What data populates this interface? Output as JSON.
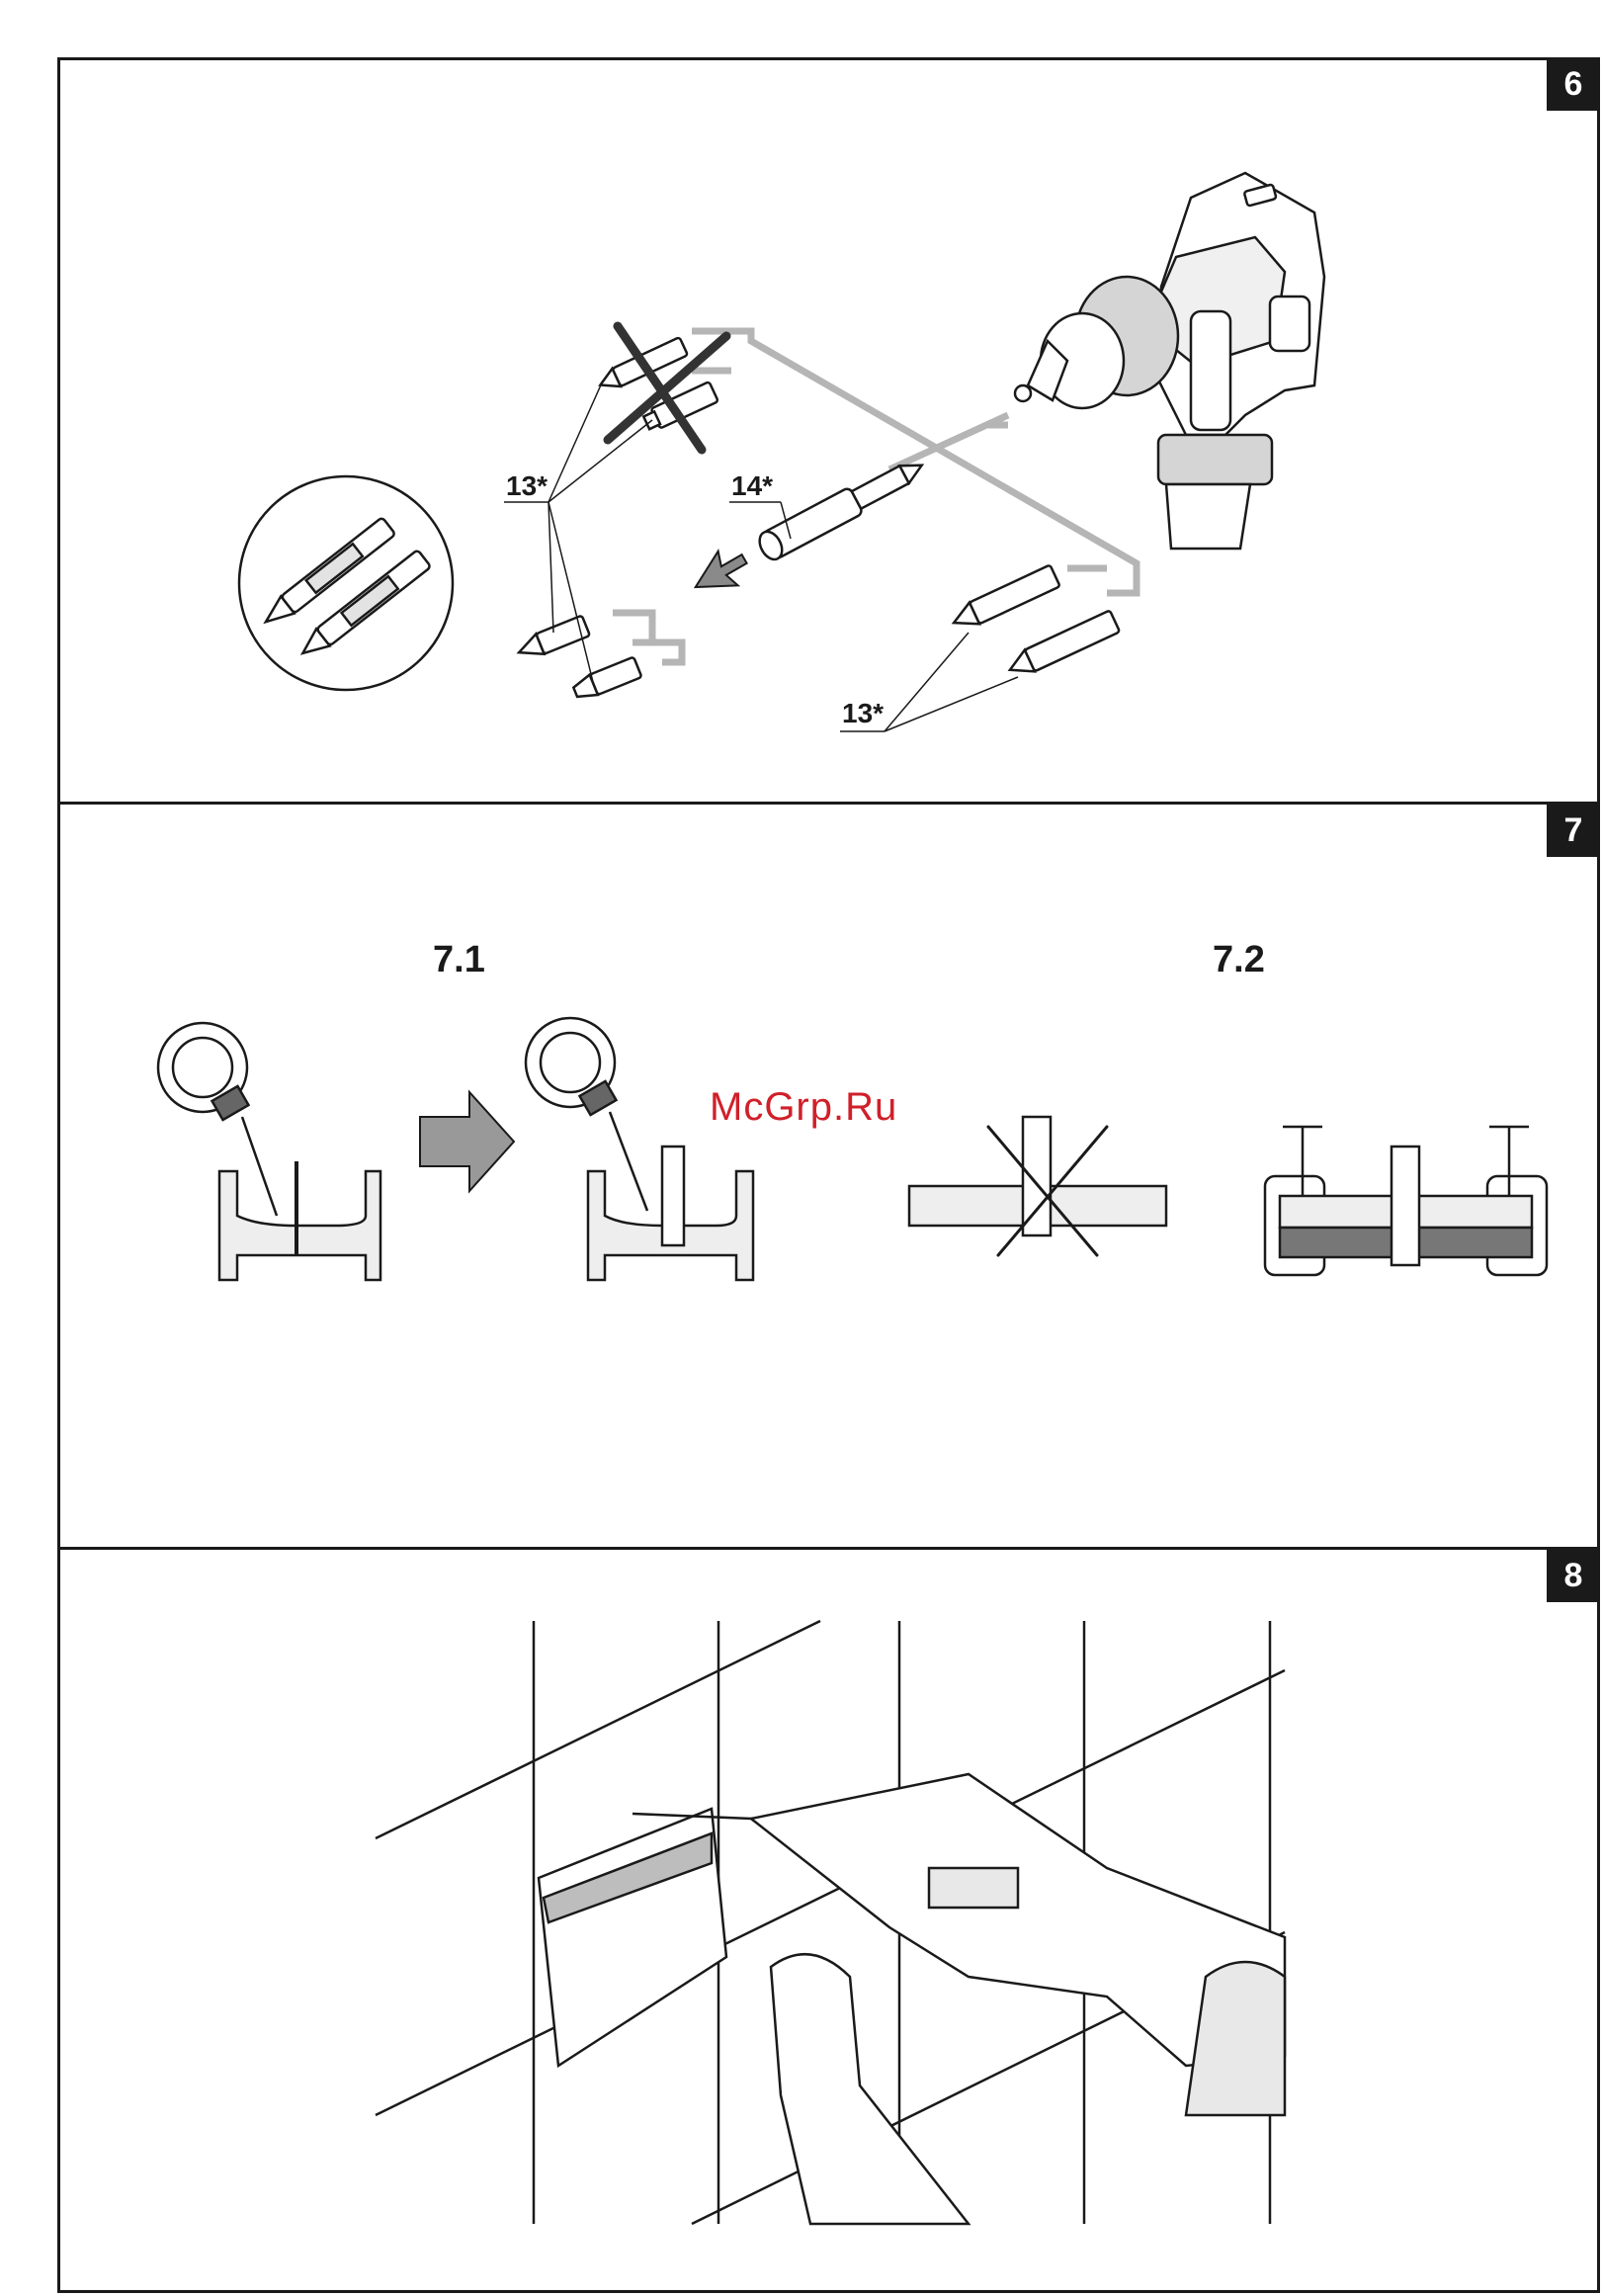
{
  "figures": [
    {
      "number": "6",
      "callouts": [
        "13*",
        "14*",
        "13*"
      ]
    },
    {
      "number": "7",
      "subfigures": [
        "7.1",
        "7.2"
      ]
    },
    {
      "number": "8"
    }
  ],
  "watermark": "McGrp.Ru"
}
